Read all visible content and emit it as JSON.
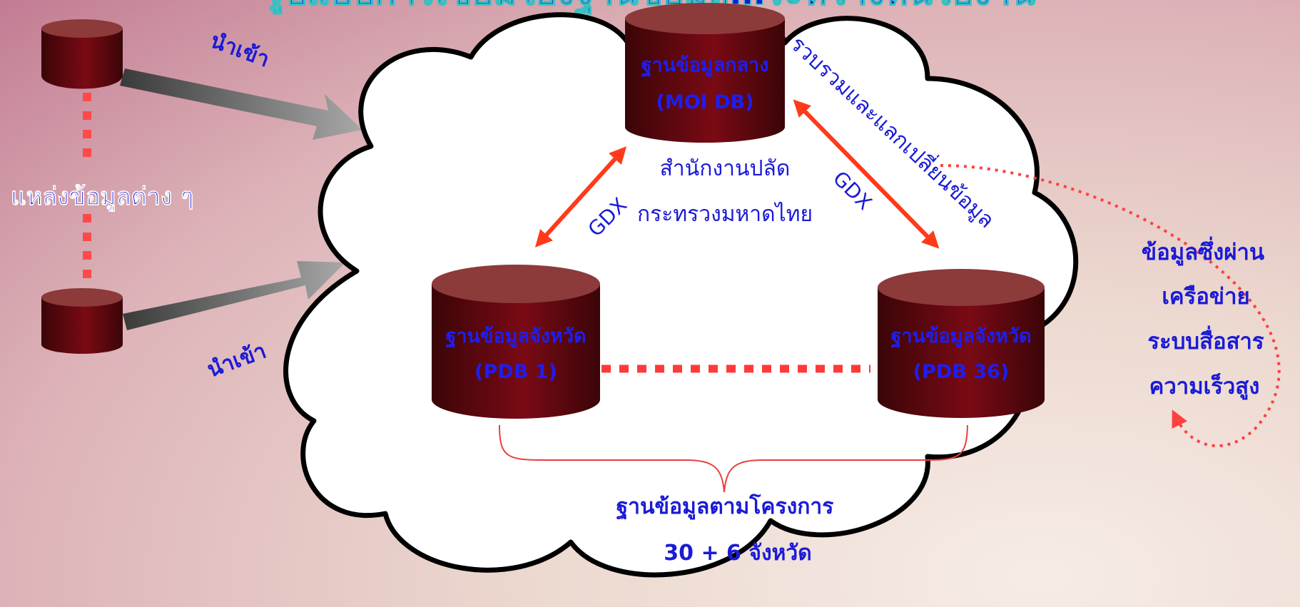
{
  "title": "รูปแบบการเชื่อมโยงฐานข้อมูล…ระหว่างหน่วยงาน",
  "source_label": "แหล่งข้อมูลต่าง ๆ",
  "import_label": "นำเข้า",
  "central_db": {
    "name": "ฐานข้อมูลกลาง",
    "code": "(MOI DB)"
  },
  "office_line1": "สำนักงานปลัด",
  "office_line2": "กระทรวงมหาดไทย",
  "gdx_label": "GDX",
  "collect_label": "รวบรวมและแลกเปลี่ยนข้อมูล",
  "province_db_1": {
    "name": "ฐานข้อมูลจังหวัด",
    "code": "(PDB 1)"
  },
  "province_db_36": {
    "name": "ฐานข้อมูลจังหวัด",
    "code": "(PDB 36)"
  },
  "network_text": [
    "ข้อมูลซึ่งผ่าน",
    "เครือข่าย",
    "ระบบสื่อสาร",
    "ความเร็วสูง"
  ],
  "project_line1": "ฐานข้อมูลตามโครงการ",
  "project_line2": "30 + 6 จังหวัด",
  "colors": {
    "cylinder_top": "#8c3a3a",
    "cylinder_body": "#5a0a10",
    "text_blue": "#1a1ad6",
    "arrow_red": "#ff3a1a",
    "dotted_red": "#ff3a3a"
  }
}
